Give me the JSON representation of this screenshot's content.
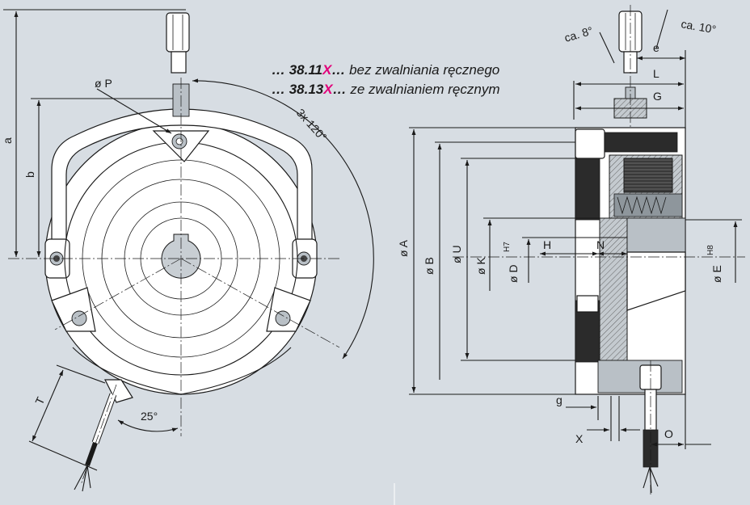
{
  "notes": [
    {
      "prefix": "… 38.11",
      "variant": "X",
      "suffix": "…",
      "text": " bez zwalniania ręcznego"
    },
    {
      "prefix": "… 38.13",
      "variant": "X",
      "suffix": "…",
      "text": " ze zwalnianiem ręcznym"
    }
  ],
  "front_view": {
    "labels": {
      "a": "a",
      "b": "b",
      "p": "ø P",
      "angle_holes": "3x 120°",
      "t": "T",
      "cable_angle": "25°"
    }
  },
  "side_view": {
    "labels": {
      "tilt_left": "ca. 8°",
      "tilt_right": "ca. 10°",
      "e": "e",
      "l": "L",
      "g_top": "G",
      "h": "H",
      "n": "N",
      "a": "ø A",
      "b": "ø B",
      "u": "ø U",
      "k": "ø K",
      "d": "ø D",
      "d_tol": "H7",
      "e_dia": "ø E",
      "e_tol": "H8",
      "g_small": "g",
      "x": "X",
      "o": "O"
    }
  },
  "colors": {
    "background": "#d7dde3",
    "highlight": "#e2007a",
    "line": "#1a1a1a"
  }
}
